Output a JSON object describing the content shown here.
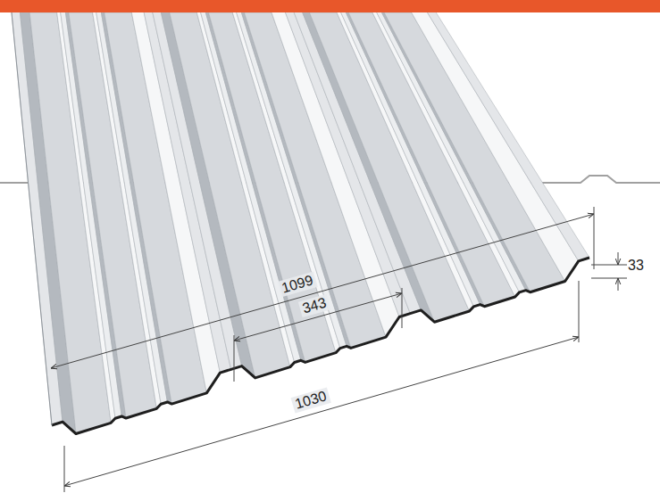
{
  "diagram": {
    "labels": [
      "1099",
      "343",
      "1030",
      "33"
    ]
  }
}
